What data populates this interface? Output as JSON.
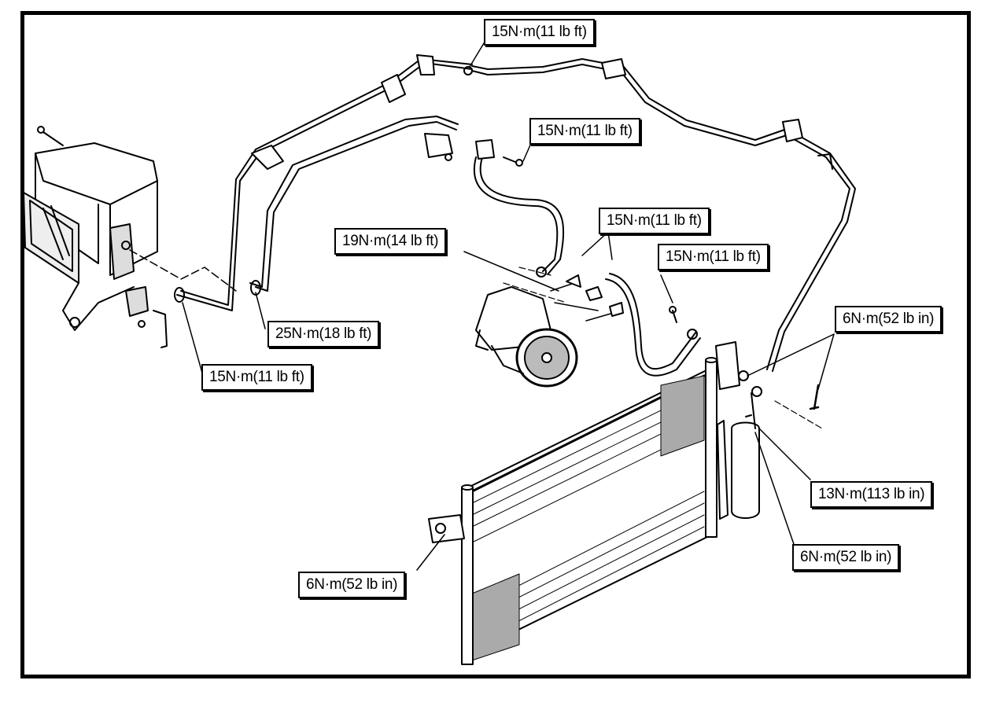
{
  "diagram": {
    "type": "exploded-view",
    "subject": "A/C refrigerant system components with torque specifications",
    "components": [
      {
        "name": "evaporator-housing"
      },
      {
        "name": "compressor"
      },
      {
        "name": "condenser"
      },
      {
        "name": "receiver-drier"
      },
      {
        "name": "suction-hose"
      },
      {
        "name": "discharge-hose"
      },
      {
        "name": "liquid-line"
      }
    ],
    "torque_labels": [
      {
        "id": "top-line-fitting",
        "text": "15N·m(11 lb ft)"
      },
      {
        "id": "compressor-hose-bolt",
        "text": "15N·m(11 lb ft)"
      },
      {
        "id": "compressor-manifold-bolt",
        "text": "15N·m(11 lb ft)"
      },
      {
        "id": "compressor-mount-bolt",
        "text": "19N·m(14 lb ft)"
      },
      {
        "id": "condenser-inlet-bolt",
        "text": "15N·m(11 lb ft)"
      },
      {
        "id": "suction-line-fitting",
        "text": "25N·m(18 lb ft)"
      },
      {
        "id": "evaporator-liquid-fitting",
        "text": "15N·m(11 lb ft)"
      },
      {
        "id": "condenser-outlet-bolt",
        "text": "6N·m(52 lb in)"
      },
      {
        "id": "drier-fitting",
        "text": "13N·m(113 lb in)"
      },
      {
        "id": "drier-bracket-bolt",
        "text": "6N·m(52 lb in)"
      },
      {
        "id": "condenser-left-bolt",
        "text": "6N·m(52 lb in)"
      }
    ]
  }
}
